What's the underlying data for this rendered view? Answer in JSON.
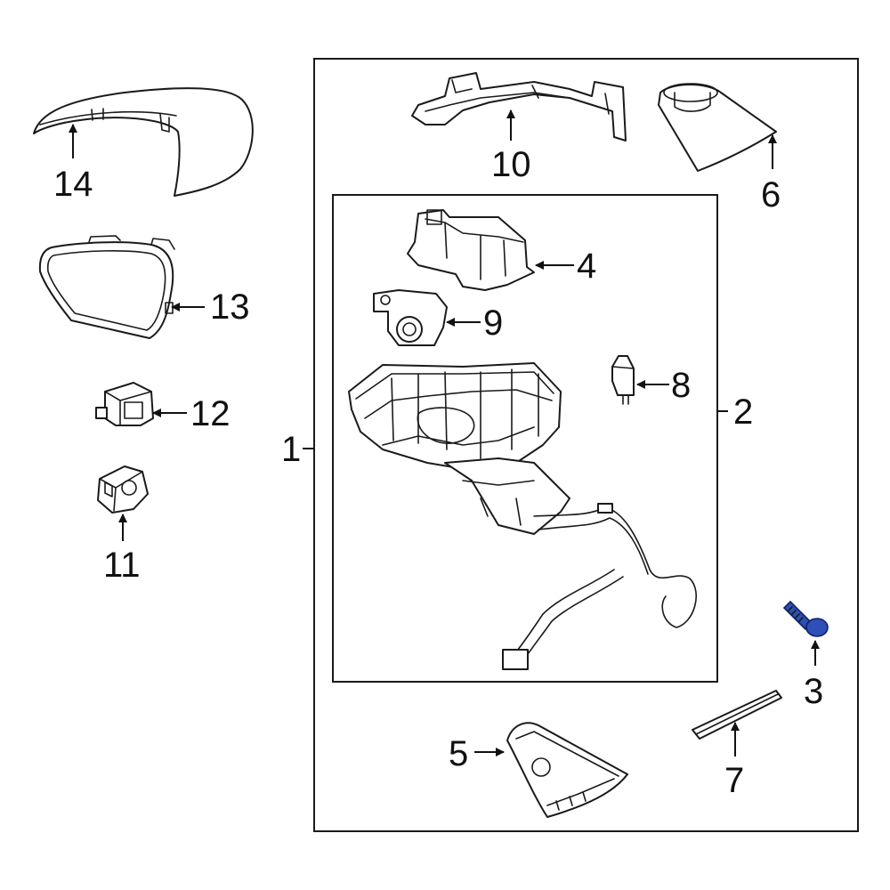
{
  "diagram": {
    "callouts": {
      "c1": "1",
      "c2": "2",
      "c3": "3",
      "c4": "4",
      "c5": "5",
      "c6": "6",
      "c7": "7",
      "c8": "8",
      "c9": "9",
      "c10": "10",
      "c11": "11",
      "c12": "12",
      "c13": "13",
      "c14": "14"
    },
    "colors": {
      "line": "#1a1a1a",
      "highlighted_part": "#2e4fb5"
    },
    "highlighted_part_callout": "3"
  }
}
